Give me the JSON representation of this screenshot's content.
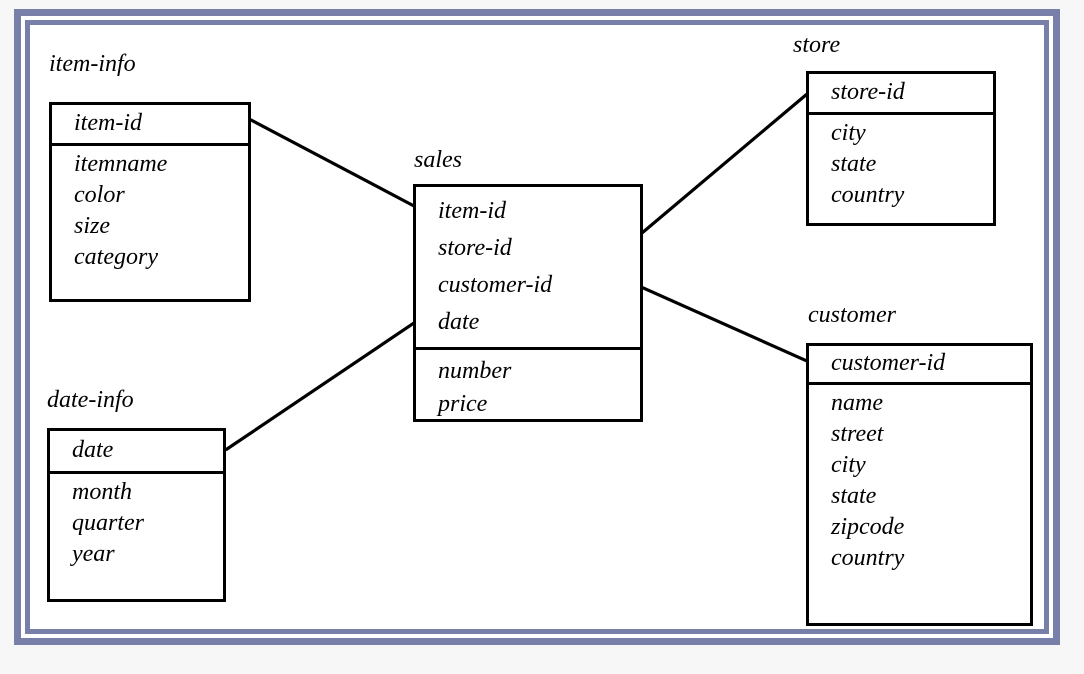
{
  "diagram": {
    "title": "star-schema-diagram",
    "style": {
      "frame_color": "#787fa8",
      "page_background": "#f7f7f8",
      "paper_background": "#ffffff",
      "line_color": "#000000"
    },
    "entities": [
      {
        "id": "item-info",
        "name": "item-info",
        "keys": [
          "item-id"
        ],
        "attributes": [
          "itemname",
          "color",
          "size",
          "category"
        ]
      },
      {
        "id": "sales",
        "name": "sales",
        "keys": [
          "item-id",
          "store-id",
          "customer-id",
          "date"
        ],
        "attributes": [
          "number",
          "price"
        ]
      },
      {
        "id": "store",
        "name": "store",
        "keys": [
          "store-id"
        ],
        "attributes": [
          "city",
          "state",
          "country"
        ]
      },
      {
        "id": "customer",
        "name": "customer",
        "keys": [
          "customer-id"
        ],
        "attributes": [
          "name",
          "street",
          "city",
          "state",
          "zipcode",
          "country"
        ]
      },
      {
        "id": "date-info",
        "name": "date-info",
        "keys": [
          "date"
        ],
        "attributes": [
          "month",
          "quarter",
          "year"
        ]
      }
    ],
    "relationships": [
      {
        "from": "item-info",
        "to": "sales",
        "from_key": "item-id",
        "to_key": "item-id"
      },
      {
        "from": "date-info",
        "to": "sales",
        "from_key": "date",
        "to_key": "date"
      },
      {
        "from": "sales",
        "to": "store",
        "from_key": "store-id",
        "to_key": "store-id"
      },
      {
        "from": "sales",
        "to": "customer",
        "from_key": "customer-id",
        "to_key": "customer-id"
      }
    ]
  }
}
